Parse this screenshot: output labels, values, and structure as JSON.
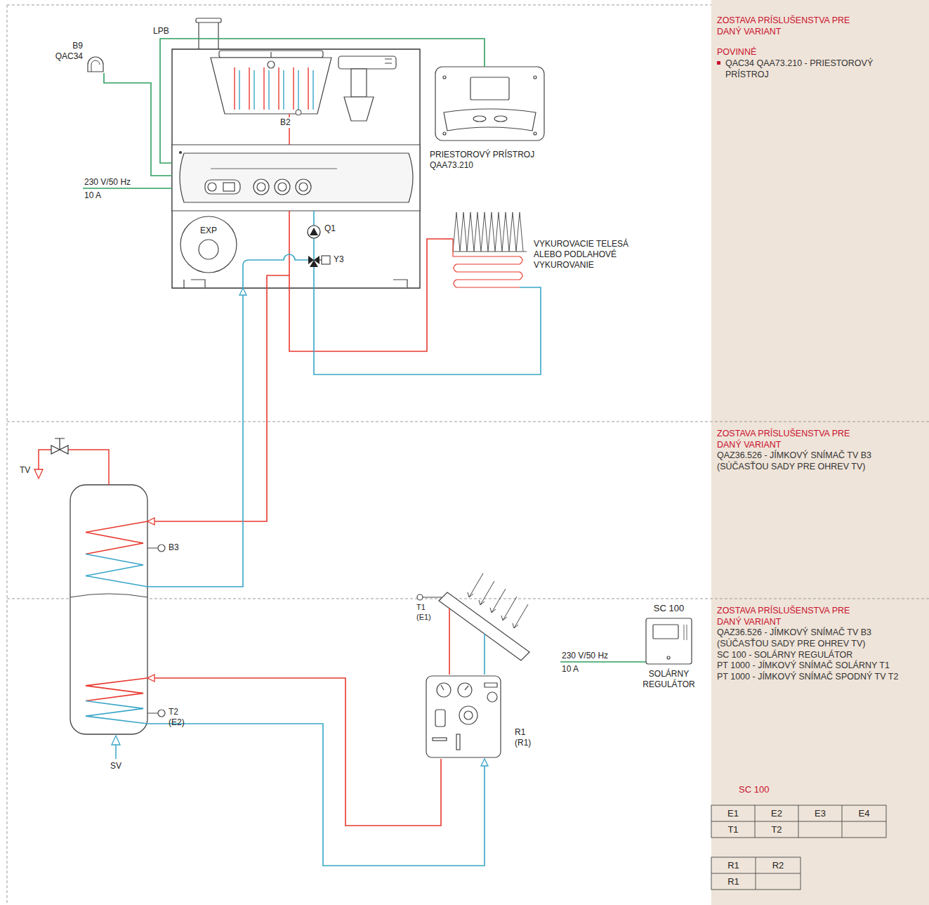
{
  "diagram": {
    "nodes": [
      {
        "text": [
          "ZOSTAVA PRÍSLUŠENSTVA PRE DANÝ VARIANT",
          "POVINNÉ",
          "QAC34 QAA73.210 - PRIESTOROVÝ PRÍSTROJ"
        ]
      },
      {
        "text": [
          "ZOSTAVA PRÍSLUŠENSTVA PRE DANÝ VARIANT",
          "QAZ36.526 - JÍMKOVÝ SNÍMAČ TV B3 (SÚČASŤOU SADY PRE OHREV TV)"
        ]
      },
      {
        "text": [
          "ZOSTAVA PRÍSLUŠENSTVA PRE DANÝ VARIANT",
          "QAZ36.526 - JÍMKOVÝ SNÍMAČ TV B3 (SÚČASŤOU SADY PRE OHREV TV)",
          "SC 100 - SOLÁRNY REGULÁTOR",
          "PT 1000 - JÍMKOVÝ SNÍMAČ SOLÁRNY T1",
          "PT 1000 - JÍMKOVÝ SNÍMAČ SPODNÝ TV T2"
        ]
      },
      {
        "text": [
          "PRIESTOROVÝ PRÍSTROJ QAA73.210"
        ]
      },
      {
        "text": [
          "EXP"
        ]
      },
      {
        "text": [
          "B9 QAC34"
        ]
      },
      {
        "text": [
          "VYKUROVACIE TELESÁ ALEBO PODLAHOVÉ VYKUROVANIE"
        ]
      },
      {
        "text": [
          "B3",
          "T2 (E2)"
        ]
      },
      {
        "text": [
          "T1 (E1)"
        ]
      },
      {
        "text": [
          "R1 (R1)"
        ]
      },
      {
        "text": [
          "SC 100",
          "SOLÁRNY REGULÁTOR"
        ]
      }
    ],
    "edges": [
      {
        "from": 5,
        "to": 4,
        "arrow": "none"
      },
      {
        "from": 4,
        "to": 3,
        "label": "LPB",
        "arrow": "none"
      },
      {
        "from": 4,
        "to": 6,
        "arrow": "none"
      },
      {
        "from": 6,
        "to": 4,
        "arrow": "none"
      },
      {
        "from": 4,
        "to": 7,
        "arrow": "to"
      },
      {
        "from": 7,
        "to": 4,
        "arrow": "to"
      },
      {
        "from": 9,
        "to": 7,
        "arrow": "to"
      },
      {
        "from": 7,
        "to": 9,
        "arrow": "to"
      },
      {
        "from": 8,
        "to": 9,
        "arrow": "none"
      },
      {
        "from": 9,
        "to": 8,
        "arrow": "none"
      }
    ],
    "labels": [
      "B2",
      "Q1",
      "Y3",
      "230 V/50 Hz",
      "10 A",
      "TV",
      "SV",
      "230 V/50 Hz",
      "10 A",
      "SC 100",
      "E1",
      "E2",
      "E3",
      "E4",
      "T1",
      "T2",
      "R1",
      "R2",
      "R1"
    ]
  }
}
